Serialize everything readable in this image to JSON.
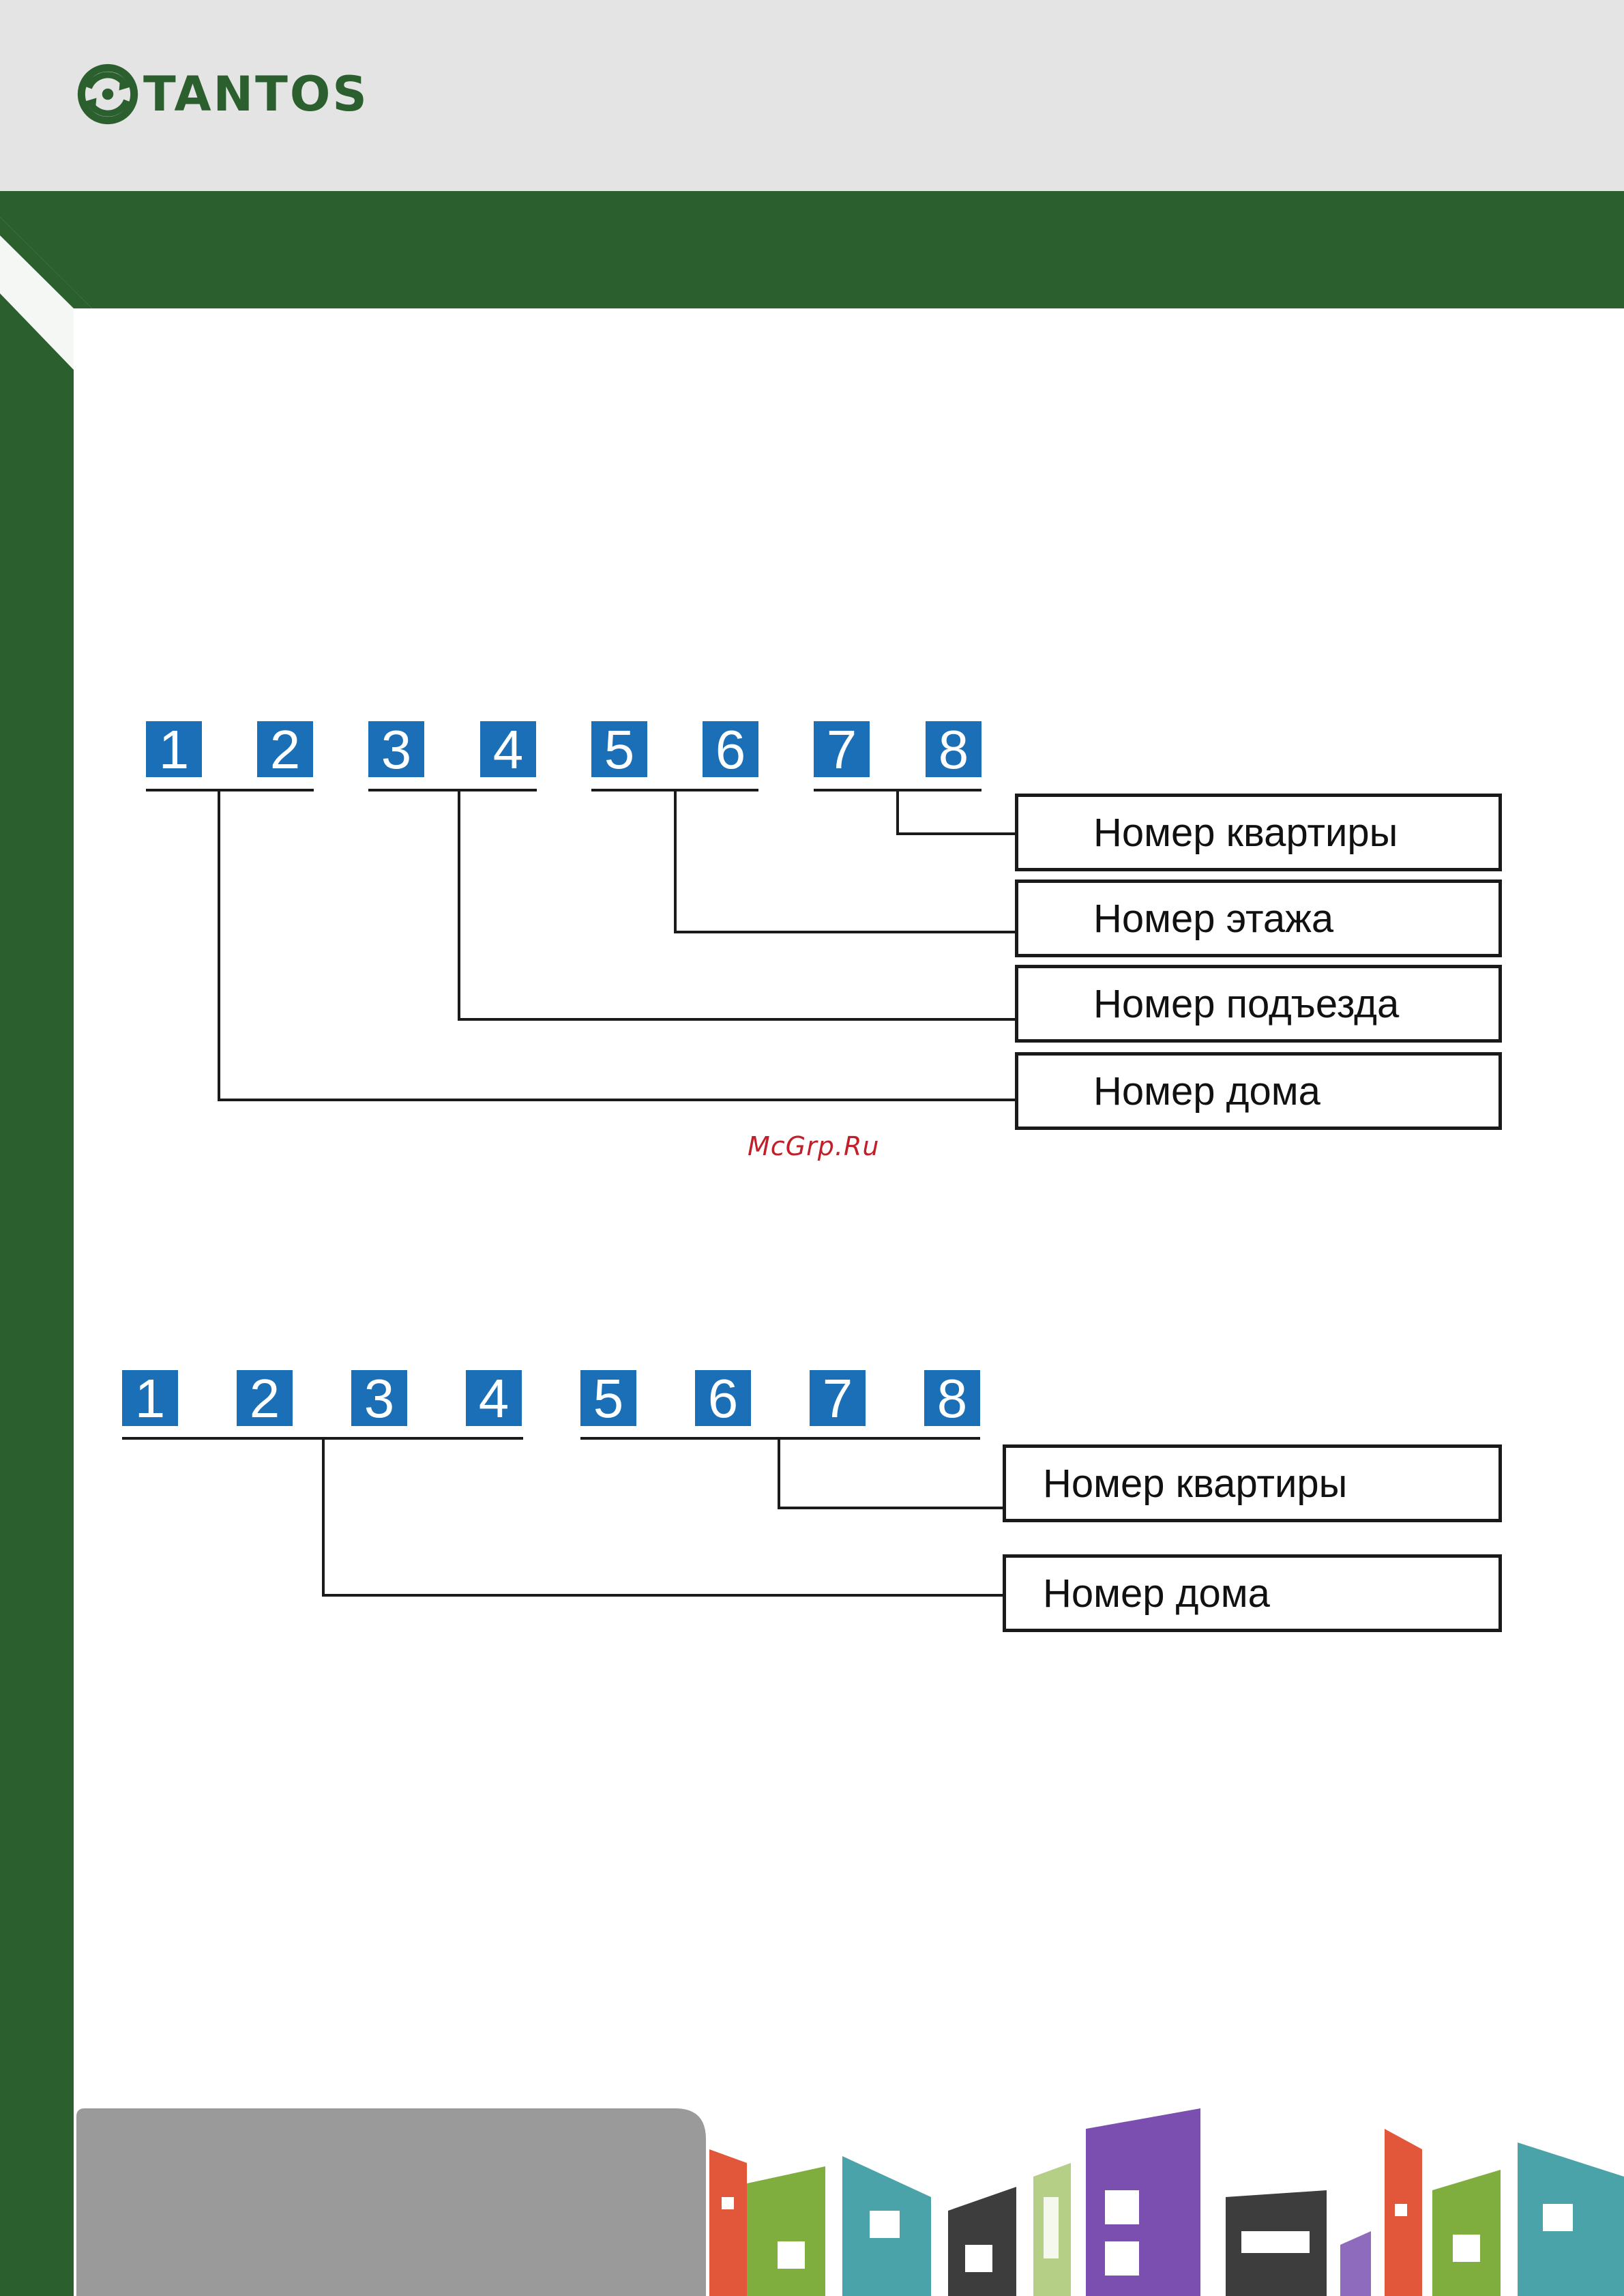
{
  "brand": {
    "name": "TANTOS",
    "icon": "tantos-logo-icon"
  },
  "watermark": "McGrp.Ru",
  "colors": {
    "brand_green": "#2b5f2e",
    "digit_blue": "#1a6fb6",
    "header_gray": "#e4e4e4"
  },
  "diagram_1": {
    "digits": [
      "1",
      "2",
      "3",
      "4",
      "5",
      "6",
      "7",
      "8"
    ],
    "labels": [
      "Номер квартиры",
      "Номер этажа",
      "Номер подъезда",
      "Номер дома"
    ]
  },
  "diagram_2": {
    "digits": [
      "1",
      "2",
      "3",
      "4",
      "5",
      "6",
      "7",
      "8"
    ],
    "labels": [
      "Номер квартиры",
      "Номер дома"
    ]
  }
}
